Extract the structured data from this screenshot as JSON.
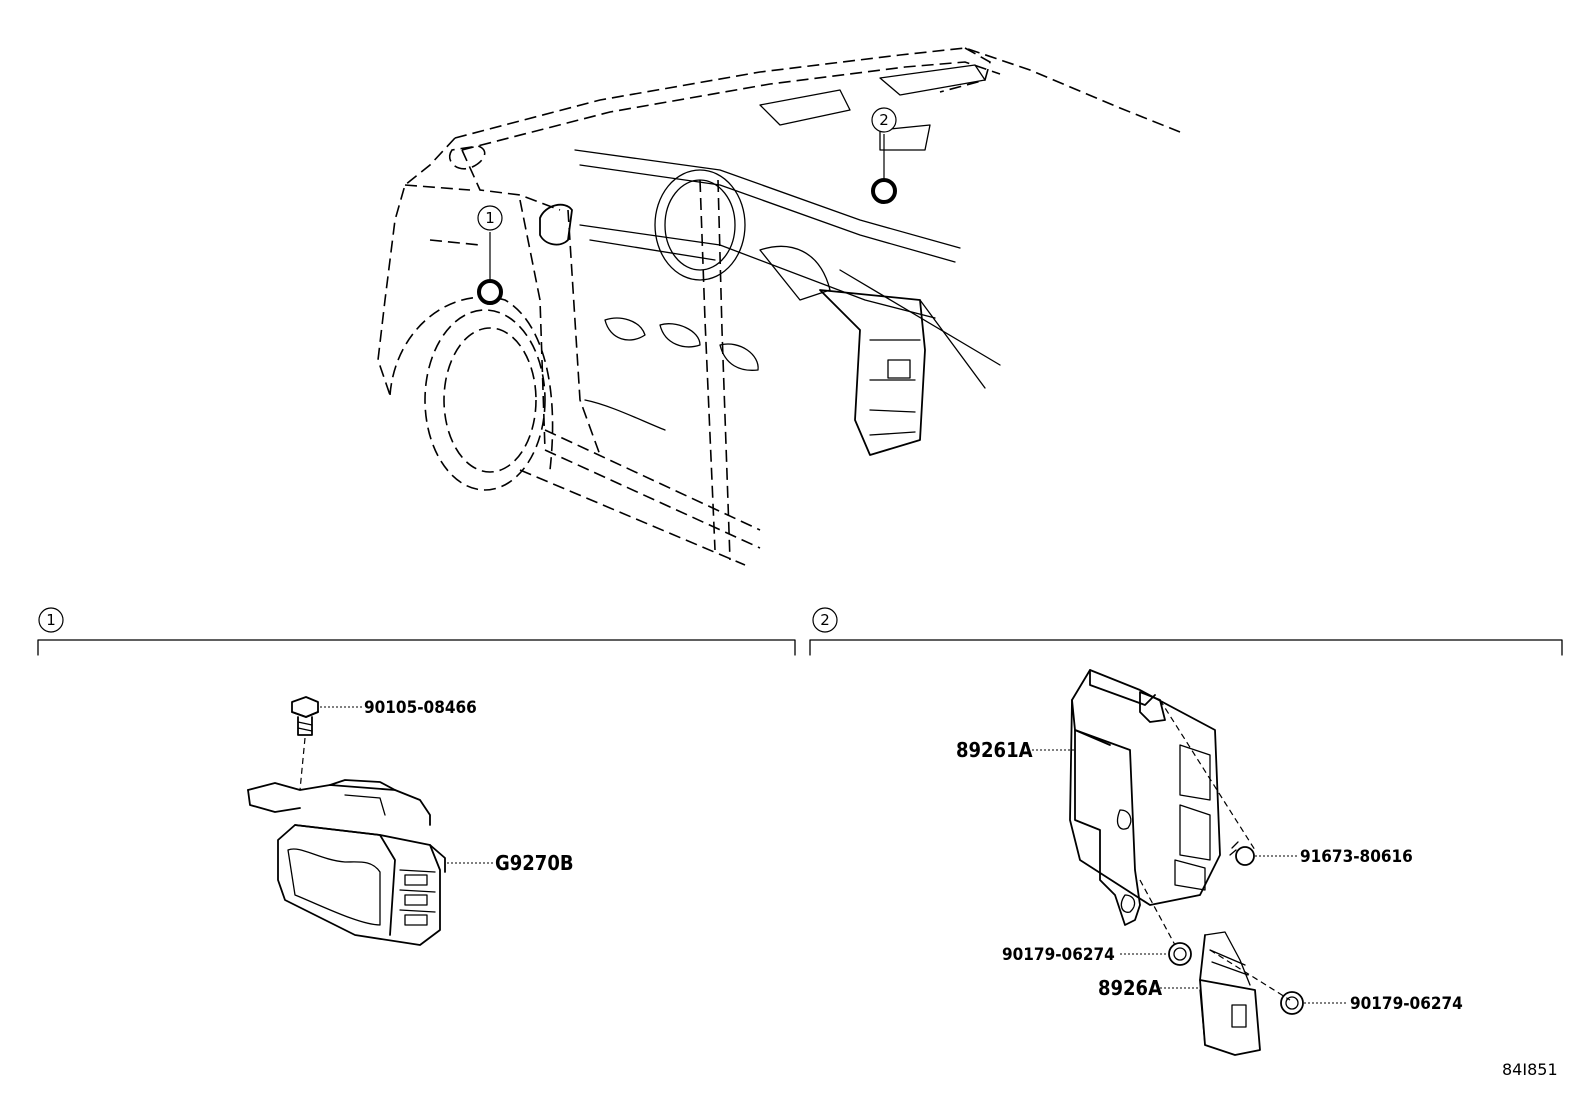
{
  "callouts": [
    {
      "id": "1",
      "label": "1"
    },
    {
      "id": "2",
      "label": "2"
    }
  ],
  "sections": [
    {
      "id": "section-1",
      "label": "1"
    },
    {
      "id": "section-2",
      "label": "2"
    }
  ],
  "parts": {
    "bolt_90105": "90105-08466",
    "module_g9270b": "G9270B",
    "ecu_89261a": "89261A",
    "screw_91673": "91673-80616",
    "nut_90179_a": "90179-06274",
    "bracket_8926a": "8926A",
    "nut_90179_b": "90179-06274"
  },
  "diagram_ref": "84I851"
}
